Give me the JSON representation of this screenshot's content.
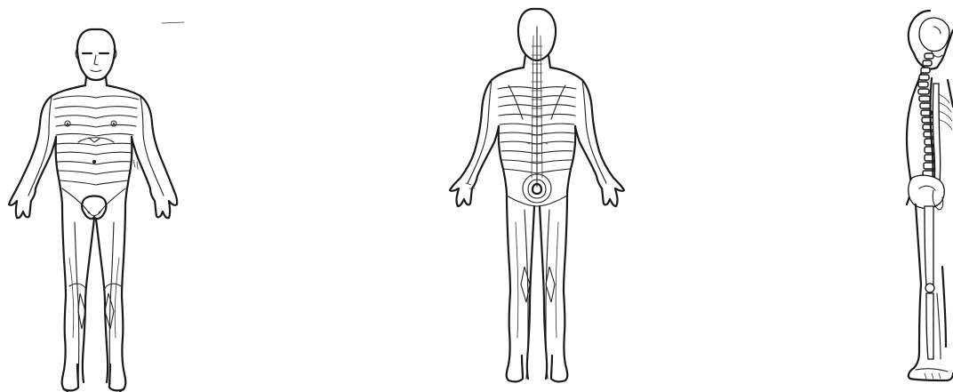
{
  "figure": {
    "views": [
      {
        "id": "anterior",
        "icon": "body-front-icon"
      },
      {
        "id": "posterior",
        "icon": "body-back-icon"
      },
      {
        "id": "lateral",
        "icon": "body-side-skeleton-icon"
      }
    ],
    "colors": {
      "background": "#ffffff",
      "ink": "#1a1a1a"
    }
  }
}
